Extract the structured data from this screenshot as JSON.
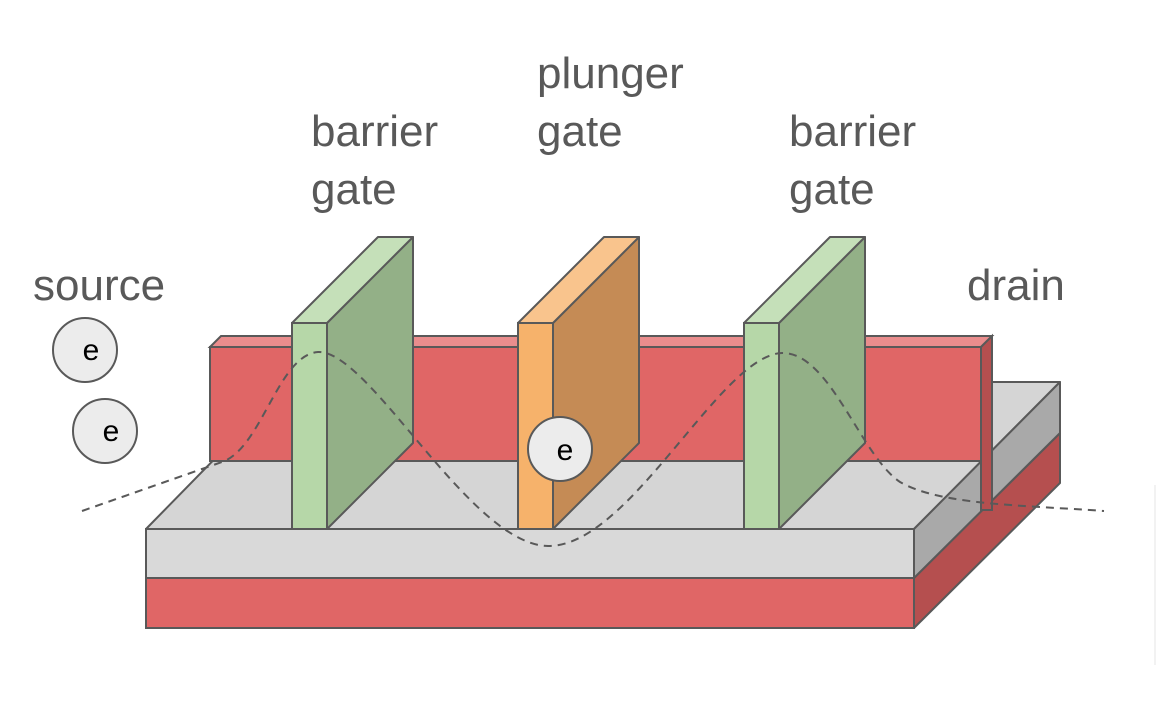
{
  "labels": {
    "source": "source",
    "drain": "drain",
    "barrier_left": [
      "barrier",
      "gate"
    ],
    "plunger": [
      "plunger",
      "gate"
    ],
    "barrier_right": [
      "barrier",
      "gate"
    ]
  },
  "electrons": {
    "source_1": "e",
    "source_2": "e",
    "dot": "e"
  },
  "colors": {
    "slab_top": "#d5d5d5",
    "slab_front": "#d9d9d9",
    "slab_side": "#a9a9a9",
    "substrate_front": "#e06666",
    "substrate_side": "#b54f4f",
    "accumulation_front": "#e06666",
    "accumulation_top": "#ea8d8d",
    "barrier_front": "#b6d7a8",
    "barrier_side": "#93b087",
    "barrier_top": "#c5e0b9",
    "plunger_front": "#f6b26b",
    "plunger_side": "#c58b55",
    "plunger_top": "#f9c48d",
    "electron_fill": "#ececec",
    "potential_line": "#595959"
  }
}
